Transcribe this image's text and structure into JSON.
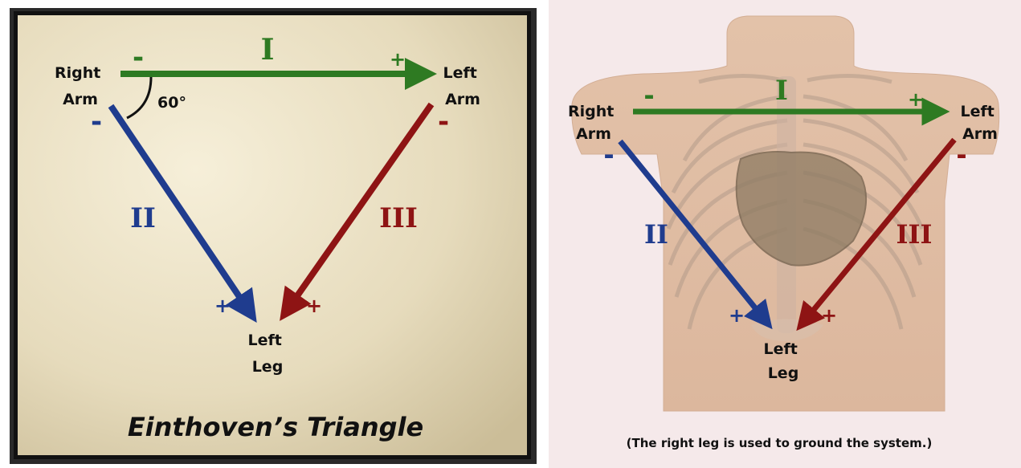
{
  "left_panel": {
    "title": "Einthoven’s Triangle",
    "angle_label": "60°",
    "right_arm": [
      "Right",
      "Arm"
    ],
    "left_arm": [
      "Left",
      "Arm"
    ],
    "left_leg": [
      "Left",
      "Leg"
    ]
  },
  "right_panel": {
    "caption": "(The right leg is used to ground the system.)",
    "right_arm": [
      "Right",
      "Arm"
    ],
    "left_arm": [
      "Left",
      "Arm"
    ],
    "left_leg": [
      "Left",
      "Leg"
    ]
  },
  "leads": [
    {
      "name": "I",
      "neg": "-",
      "pos": "+",
      "color": "#2e7a22"
    },
    {
      "name": "II",
      "neg": "-",
      "pos": "+",
      "color": "#1f3c8e"
    },
    {
      "name": "III",
      "neg": "-",
      "pos": "+",
      "color": "#8e1414"
    }
  ],
  "colors": {
    "panel_background": "#ece3c8",
    "panel_border": "#1a1a1a",
    "skin": "#e4c3aa",
    "right_background": "#f5e9ea"
  }
}
